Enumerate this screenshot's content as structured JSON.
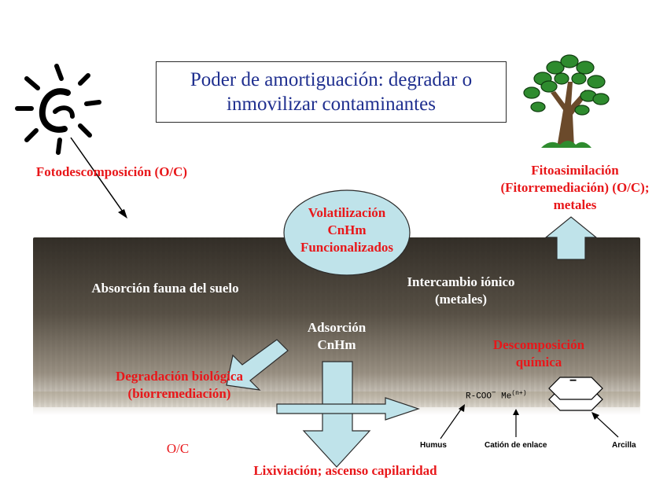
{
  "title": "Poder de amortiguación: degradar o inmovilizar contaminantes",
  "labels": {
    "fotodescomposicion": "Fotodescomposición (O/C)",
    "fitoasimilacion": "Fitoasimilación (Fitorremediación) (O/C); metales",
    "volatilizacion": "Volatilización CnHm Funcionalizados",
    "absorcion_fauna": "Absorción fauna del suelo",
    "intercambio_ionico": "Intercambio iónico (metales)",
    "adsorcion": "Adsorción CnHm",
    "descomposicion_quimica": "Descomposición química",
    "degradacion_biologica": "Degradación biológica (biorremediación)",
    "oc": "O/C",
    "lixiviacion": "Lixiviación; ascenso capilaridad"
  },
  "chemistry": {
    "formula_rcoo": "R-COO",
    "formula_minus": "−",
    "formula_me": "Me",
    "formula_charge": "(n+)",
    "hex_minus": "−"
  },
  "callouts": {
    "humus": "Humus",
    "cation": "Catión de enlace",
    "arcilla": "Arcilla"
  },
  "colors": {
    "title_text": "#1f2f8f",
    "red_text": "#e8171a",
    "arrow_fill": "#bfe3ea",
    "ellipse_fill": "#bfe3ea",
    "tree_green": "#2e8b2e"
  }
}
